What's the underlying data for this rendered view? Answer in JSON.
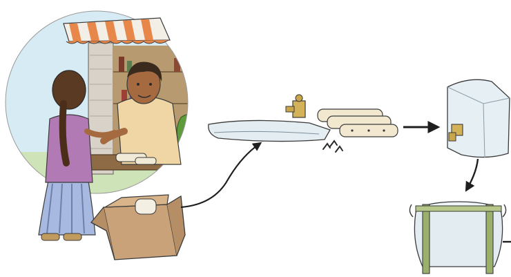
{
  "illustration": {
    "panels": [
      {
        "name": "shop-scene",
        "depicts": [
          "shopkeeper",
          "girl",
          "shop-awning",
          "cardboard-box"
        ]
      },
      {
        "name": "kit-parts",
        "depicts": [
          "plastic-sheet",
          "tube-rolls",
          "tap-fitting",
          "clips"
        ]
      },
      {
        "name": "filled-bag-with-tap",
        "depicts": [
          "water-bag",
          "tap"
        ]
      },
      {
        "name": "bag-on-stand",
        "depicts": [
          "water-bag",
          "wooden-stand"
        ]
      }
    ],
    "arrows": [
      "box-to-kit",
      "kit-to-bag",
      "bag-to-stand",
      "stand-exit"
    ],
    "colors": {
      "ink": "#2a2a2a",
      "sky": "#cfe6f2",
      "awning_orange": "#e7874a",
      "cardboard": "#c9a27a",
      "tube_cream": "#f1e8cf",
      "brass": "#c9a64a",
      "sheet": "#e4edf2"
    }
  }
}
